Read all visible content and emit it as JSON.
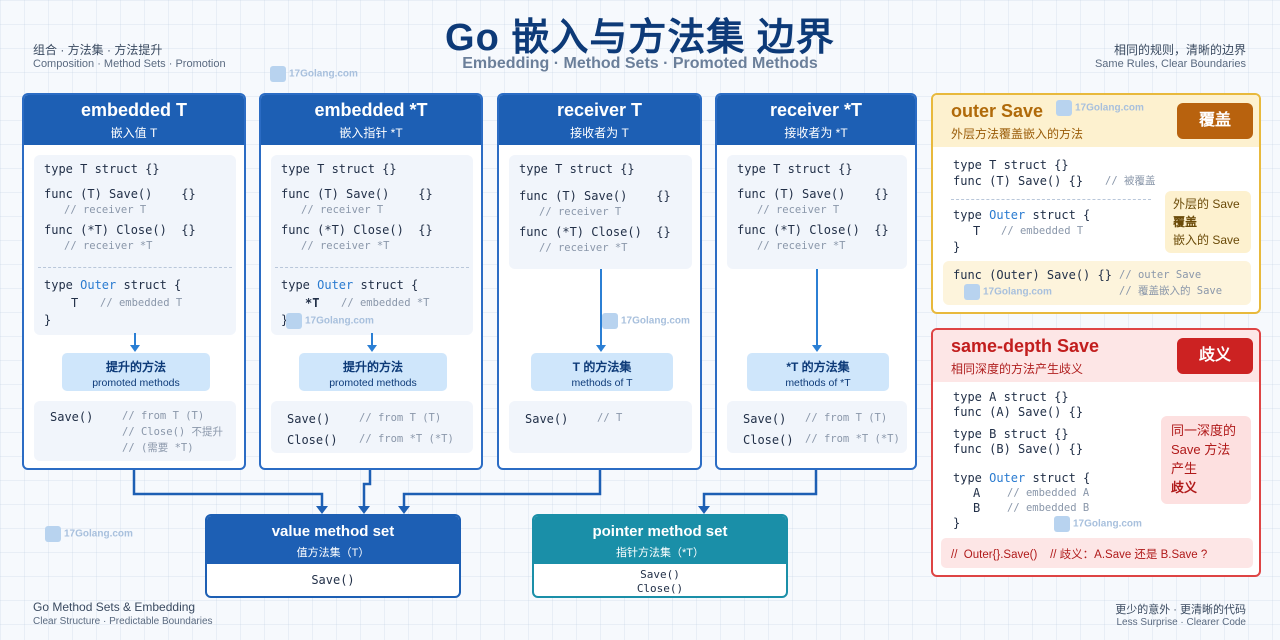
{
  "header": {
    "title": "Go 嵌入与方法集 边界",
    "subtitle": "Embedding · Method Sets · Promoted Methods",
    "left_cn": "组合   ·   方法集   ·   方法提升",
    "left_en": "Composition  ·  Method Sets  ·  Promotion",
    "right_cn": "相同的规则，清晰的边界",
    "right_en": "Same Rules, Clear Boundaries"
  },
  "footer": {
    "left_1": "Go Method Sets & Embedding",
    "left_2": "Clear Structure  ·  Predictable Boundaries",
    "right_1": "更少的意外  ·  更清晰的代码",
    "right_2": "Less Surprise  ·  Clearer Code"
  },
  "watermark": "17Golang.com",
  "columns": [
    {
      "title": "embedded  T",
      "subtitle": "嵌入值 T",
      "code": {
        "decl": "type T struct {}",
        "f1": "func (T) Save()    {}",
        "c1": "// receiver T",
        "f2": "func (*T) Close()  {}",
        "c2": "// receiver *T",
        "outer_a": "type ",
        "outer_b": "Outer",
        "outer_c": " struct {",
        "field": "T",
        "field_cmt": "// embedded T",
        "close": "}"
      },
      "pill_1": "提升的方法",
      "pill_2": "promoted methods",
      "m1": "Save()",
      "m1_cmt": "// from T (T)",
      "m1_cmt2": "// Close() 不提升",
      "m1_cmt3": "// (需要 *T)",
      "m2": "",
      "m2_cmt": ""
    },
    {
      "title": "embedded  *T",
      "subtitle": "嵌入指针 *T",
      "code": {
        "decl": "type T struct {}",
        "f1": "func (T) Save()    {}",
        "c1": "// receiver T",
        "f2": "func (*T) Close()  {}",
        "c2": "// receiver *T",
        "outer_a": "type ",
        "outer_b": "Outer",
        "outer_c": " struct {",
        "field": "*T",
        "field_cmt": "// embedded *T",
        "close": "}"
      },
      "pill_1": "提升的方法",
      "pill_2": "promoted methods",
      "m1": "Save()",
      "m1_cmt": "// from T (T)",
      "m2": "Close()",
      "m2_cmt": "// from *T (*T)"
    },
    {
      "title": "receiver  T",
      "subtitle": "接收者为 T",
      "code": {
        "decl": "type T struct {}",
        "f1": "func (T) Save()    {}",
        "c1": "// receiver T",
        "f2": "func (*T) Close()  {}",
        "c2": "// receiver *T"
      },
      "pill_1": "T 的方法集",
      "pill_2": "methods of T",
      "m1": "Save()",
      "m1_cmt": "// T"
    },
    {
      "title": "receiver  *T",
      "subtitle": "接收者为 *T",
      "code": {
        "decl": "type T struct {}",
        "f1": "func (T) Save()    {}",
        "c1": "// receiver T",
        "f2": "func (*T) Close()  {}",
        "c2": "// receiver *T"
      },
      "pill_1": "*T 的方法集",
      "pill_2": "methods of *T",
      "m1": "Save()",
      "m1_cmt": "// from T (T)",
      "m2": "Close()",
      "m2_cmt": "// from *T (*T)"
    }
  ],
  "value_set": {
    "title": "value method set",
    "subtitle": "值方法集（T）",
    "m1": "Save()"
  },
  "pointer_set": {
    "title": "pointer method set",
    "subtitle": "指针方法集（*T）",
    "m1": "Save()",
    "m2": "Close()"
  },
  "outer_save": {
    "title": "outer Save",
    "subtitle": "外层方法覆盖嵌入的方法",
    "badge": "覆盖",
    "l1": "type T struct {}",
    "l2": "func (T) Save() {}",
    "l2_cmt": "// 被覆盖",
    "l3a": "type ",
    "l3b": "Outer",
    "l3c": " struct {",
    "l4": "T",
    "l4_cmt": "// embedded T",
    "l5": "}",
    "note_1": "外层的 Save",
    "note_2": "覆盖",
    "note_3": "嵌入的 Save",
    "l6": "func (Outer) Save() {}",
    "l6_cmt": "// outer Save",
    "l6_cmt2": "// 覆盖嵌入的 Save"
  },
  "same_depth": {
    "title": "same-depth Save",
    "subtitle": "相同深度的方法产生歧义",
    "badge": "歧义",
    "l1": "type A struct {}",
    "l2": "func (A) Save() {}",
    "l3": "type B struct {}",
    "l4": "func (B) Save() {}",
    "l5a": "type ",
    "l5b": "Outer",
    "l5c": " struct {",
    "l6": "A",
    "l6_cmt": "// embedded A",
    "l7": "B",
    "l7_cmt": "// embedded B",
    "l8": "}",
    "note_1": "同一深度的",
    "note_2": "Save 方法",
    "note_3": "产生",
    "note_4": "歧义",
    "footer": "//  Outer{}.Save()    // 歧义：A.Save 还是 B.Save ?"
  },
  "colors": {
    "primary": "#1d5fb4",
    "teal": "#1a8fa8",
    "override": "#e8b93c",
    "ambiguity": "#de4444"
  }
}
